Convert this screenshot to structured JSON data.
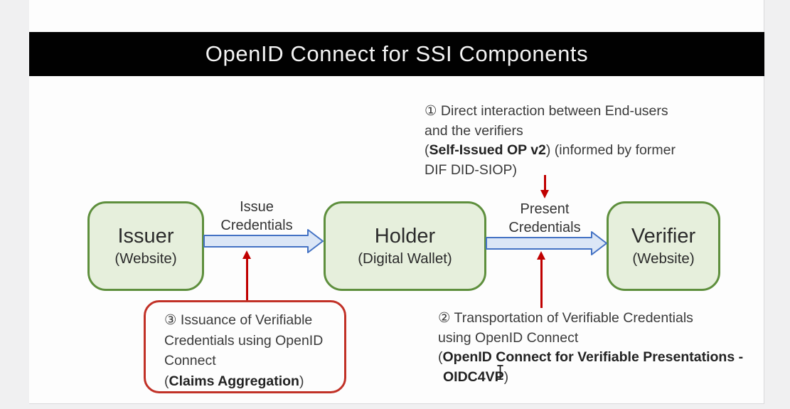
{
  "slide": {
    "title": "OpenID Connect for SSI Components"
  },
  "diagram": {
    "boxes": [
      {
        "name": "Issuer",
        "subtitle": "(Website)"
      },
      {
        "name": "Holder",
        "subtitle": "(Digital Wallet)"
      },
      {
        "name": "Verifier",
        "subtitle": "(Website)"
      }
    ],
    "flows": [
      {
        "label_line1": "Issue",
        "label_line2": "Credentials"
      },
      {
        "label_line1": "Present",
        "label_line2": "Credentials"
      }
    ]
  },
  "notes": {
    "note1": {
      "line1": "① Direct interaction between End-users",
      "line2": "and the verifiers",
      "line3_open": "(",
      "line3_bold": "Self-Issued OP v2",
      "line3_rest": ") (informed by former",
      "line4": "DIF DID-SIOP)"
    },
    "note2": {
      "line1": "② Transportation of Verifiable Credentials",
      "line2": "using OpenID Connect",
      "line3_open": "(",
      "line3_bold": "OpenID Connect for Verifiable Presentations -",
      "line4_bold": "OIDC4VP",
      "line4_close": ")"
    },
    "note3": {
      "line1": "③ Issuance of Verifiable",
      "line2": "Credentials using OpenID",
      "line3": "Connect",
      "line4_open": "(",
      "line4_bold": "Claims Aggregation",
      "line4_close": ")"
    }
  },
  "colors": {
    "page_background": "#f0f0f1",
    "slide_background": "#fdfdfd",
    "title_bar": "#010101",
    "title_text": "#f4f4f4",
    "box_fill": "#e6efdc",
    "box_border": "#5e8f3d",
    "flow_arrow_fill": "#dbe6f6",
    "flow_arrow_border": "#4472c4",
    "red_arrow": "#c00000",
    "red_box_border": "#c13127"
  }
}
